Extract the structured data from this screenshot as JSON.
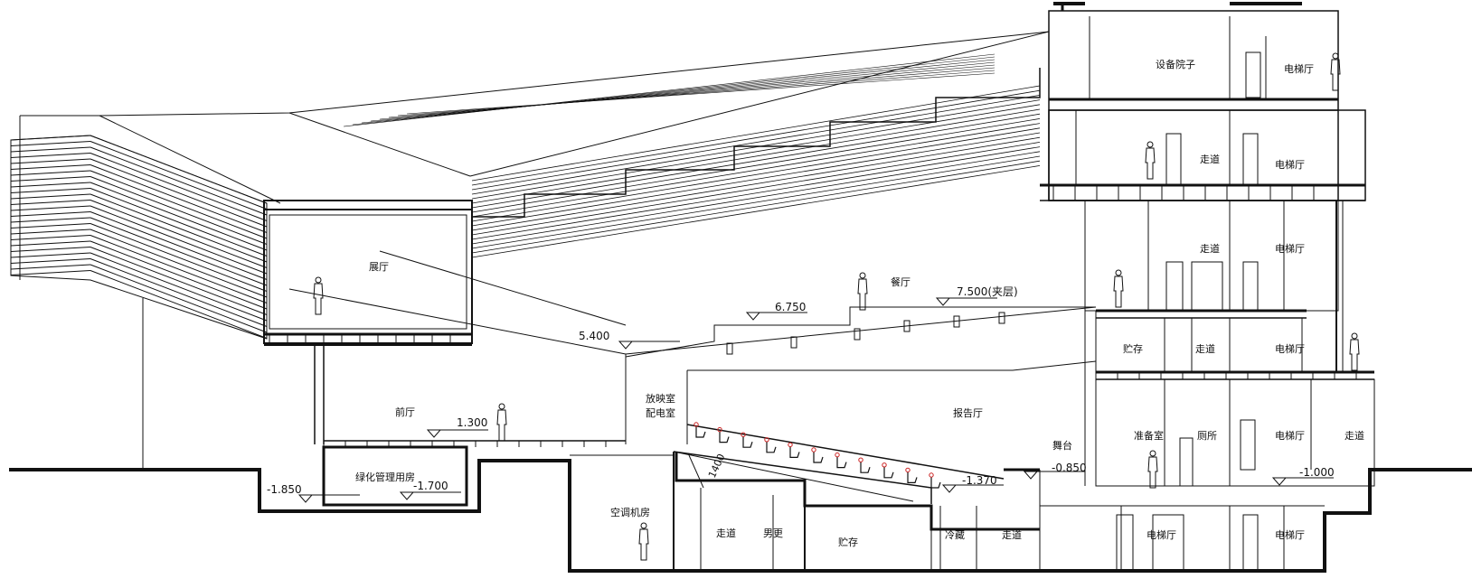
{
  "rooms": {
    "exhibition_hall": "展厅",
    "foyer": "前厅",
    "greening_room": "绿化管理用房",
    "ac_room": "空调机房",
    "corridor_lower_left": "走道",
    "male_locker": "男更",
    "storage_lower": "贮存",
    "cold_storage": "冷藏",
    "corridor_lower_mid": "走道",
    "elevator_lower_1": "电梯厅",
    "elevator_lower_2": "电梯厅",
    "projection_room": "放映室",
    "power_room": "配电室",
    "auditorium": "报告厅",
    "stage": "舞台",
    "restaurant": "餐厅",
    "prep_room": "准备室",
    "toilet": "厕所",
    "elevator_g": "电梯厅",
    "corridor_g": "走道",
    "storage_2": "贮存",
    "corridor_2": "走道",
    "elevator_2": "电梯厅",
    "corridor_3": "走道",
    "elevator_3": "电梯厅",
    "corridor_4": "走道",
    "elevator_4": "电梯厅",
    "equipment_yard": "设备院子",
    "elevator_5": "电梯厅"
  },
  "levels": {
    "minus_1850": "-1.850",
    "minus_1700": "-1.700",
    "plus_1300": "1.300",
    "plus_5400": "5.400",
    "plus_6750": "6.750",
    "plus_7500": "7.500(夹层)",
    "minus_0850": "-0.850",
    "minus_1370": "-1.370",
    "minus_1000": "-1.000"
  },
  "dimension_1400": "1400",
  "colors": {
    "line": "#111111",
    "seat_marker": "#cc2222"
  }
}
